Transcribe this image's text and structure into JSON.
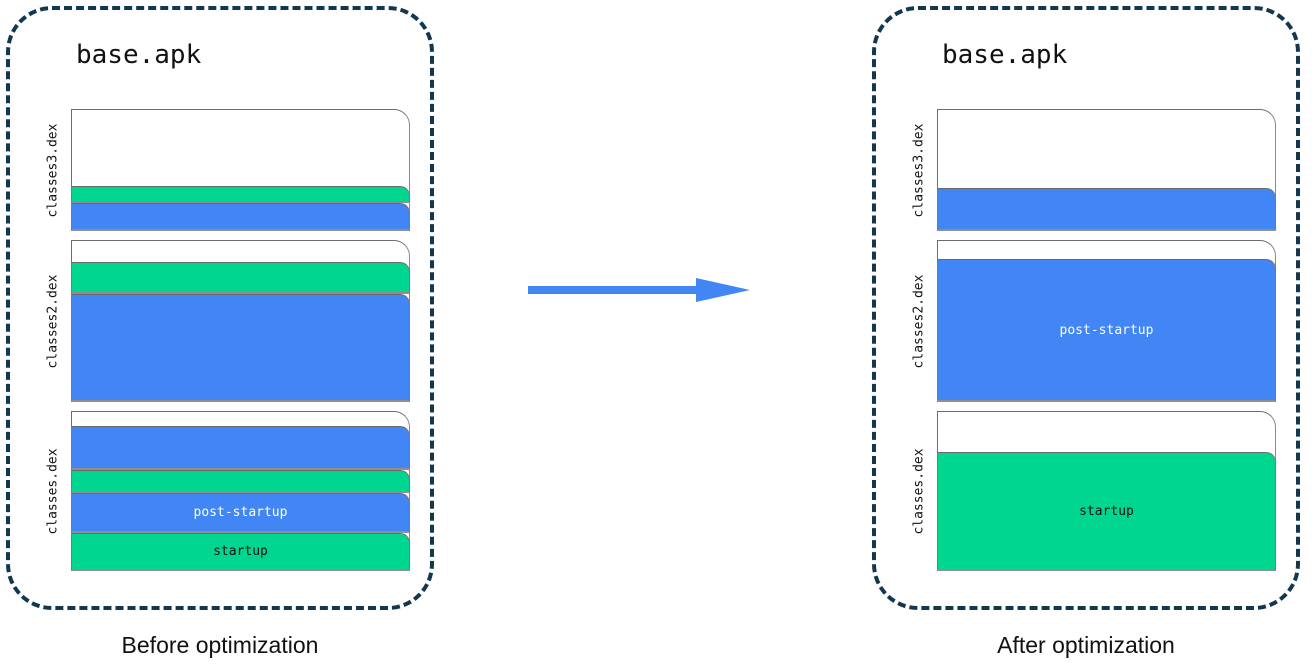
{
  "colors": {
    "blue": "#4285f4",
    "green": "#00d68f",
    "panel_border": "#12374f",
    "box_border": "#6d6d6d",
    "arrow": "#4285f4",
    "text": "#111111"
  },
  "arrow": {
    "icon": "right-arrow-icon",
    "direction": "right"
  },
  "panels": [
    {
      "id": "before",
      "title": "base.apk",
      "caption": "Before optimization",
      "dex_files": [
        {
          "label": "classes3.dex",
          "height": 122,
          "segments": [
            {
              "type": "empty",
              "label": "",
              "height": 77
            },
            {
              "type": "green",
              "label": "",
              "height": 17
            },
            {
              "type": "blue",
              "label": "",
              "height": 28
            }
          ]
        },
        {
          "label": "classes2.dex",
          "height": 162,
          "segments": [
            {
              "type": "empty",
              "label": "",
              "height": 22
            },
            {
              "type": "green",
              "label": "",
              "height": 32
            },
            {
              "type": "blue",
              "label": "",
              "height": 108
            }
          ]
        },
        {
          "label": "classes.dex",
          "height": 160,
          "segments": [
            {
              "type": "empty",
              "label": "",
              "height": 15
            },
            {
              "type": "blue",
              "label": "",
              "height": 44
            },
            {
              "type": "green",
              "label": "",
              "height": 23
            },
            {
              "type": "blue",
              "label": "post-startup",
              "height": 40
            },
            {
              "type": "green",
              "label": "startup",
              "height": 38
            }
          ]
        }
      ]
    },
    {
      "id": "after",
      "title": "base.apk",
      "caption": "After optimization",
      "dex_files": [
        {
          "label": "classes3.dex",
          "height": 122,
          "segments": [
            {
              "type": "empty",
              "label": "",
              "height": 79
            },
            {
              "type": "blue",
              "label": "",
              "height": 43
            }
          ]
        },
        {
          "label": "classes2.dex",
          "height": 162,
          "segments": [
            {
              "type": "empty",
              "label": "",
              "height": 19
            },
            {
              "type": "blue",
              "label": "post-startup",
              "height": 143
            }
          ]
        },
        {
          "label": "classes.dex",
          "height": 160,
          "segments": [
            {
              "type": "empty",
              "label": "",
              "height": 41
            },
            {
              "type": "green",
              "label": "startup",
              "height": 119
            }
          ]
        }
      ]
    }
  ]
}
